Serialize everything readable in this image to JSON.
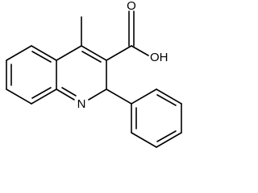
{
  "molecule": {
    "atom_labels": {
      "oxygen_carbonyl": "O",
      "hydroxyl": "OH",
      "nitrogen": "N"
    }
  }
}
